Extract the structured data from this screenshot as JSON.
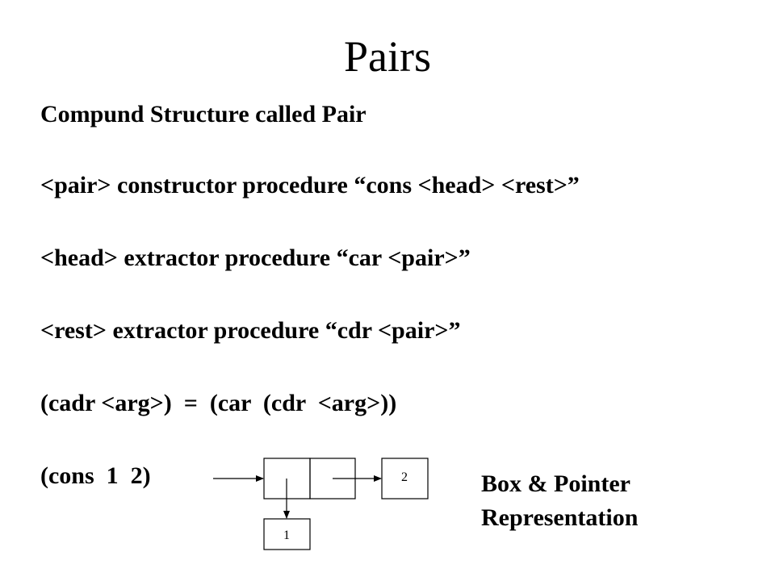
{
  "slide": {
    "title": "Pairs",
    "lines": [
      "Compund Structure called Pair",
      "<pair> constructor procedure “cons <head> <rest>”",
      "<head> extractor procedure “car <pair>”",
      "<rest> extractor procedure “cdr <pair>”",
      "(cadr <arg>)  =  (car  (cdr  <arg>))",
      "(cons  1  2)"
    ],
    "diagram": {
      "car_value": "2",
      "cdr_value": "1"
    },
    "caption": {
      "line1": "Box & Pointer",
      "line2": "Representation"
    }
  }
}
